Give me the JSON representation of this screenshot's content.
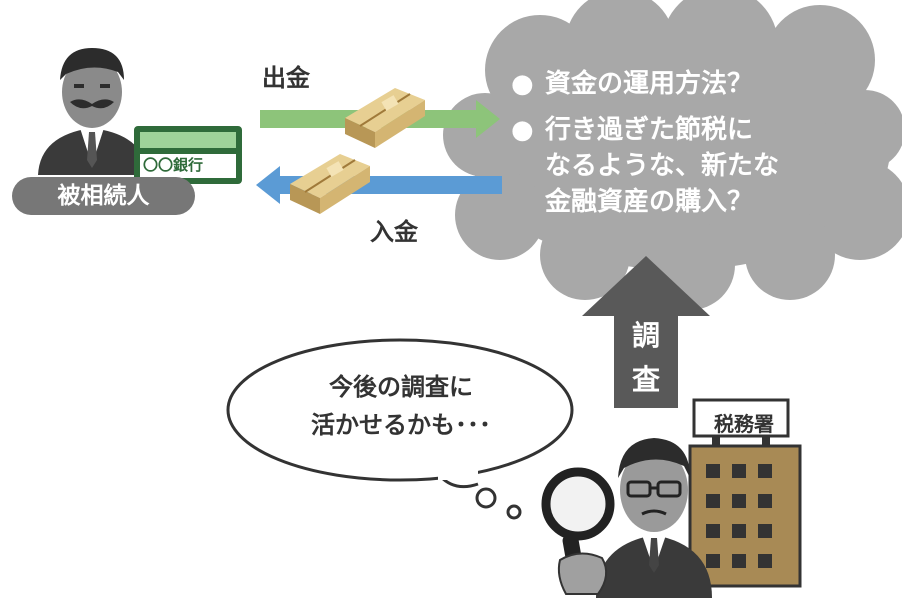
{
  "labels": {
    "withdrawal": "出金",
    "deposit": "入金",
    "decedent": "被相続人",
    "bank": "〇〇銀行",
    "investigation": [
      "調",
      "査"
    ],
    "tax_office": "税務署"
  },
  "questions": [
    {
      "bullet": "●",
      "lines": [
        "資金の運用方法？"
      ]
    },
    {
      "bullet": "●",
      "lines": [
        "行き過ぎた節税に",
        "なるような、新たな",
        "金融資産の購入？"
      ]
    }
  ],
  "speech": [
    "今後の調査に",
    "活かせるかも･･･"
  ],
  "colors": {
    "withdraw_arrow": "#8dc47a",
    "deposit_arrow": "#5b9bd5",
    "cloud": "#a8a8a8",
    "up_arrow": "#595959",
    "pill": "#777777",
    "money": "#c8a868",
    "building": "#a88a55"
  },
  "icons": [
    "person-decedent-icon",
    "bankbook-icon",
    "money-bundle-icon",
    "money-bundle-icon",
    "tax-officer-icon",
    "magnifier-icon",
    "tax-office-building-icon",
    "thought-bubble-icon",
    "cloud-icon",
    "up-arrow-icon"
  ]
}
